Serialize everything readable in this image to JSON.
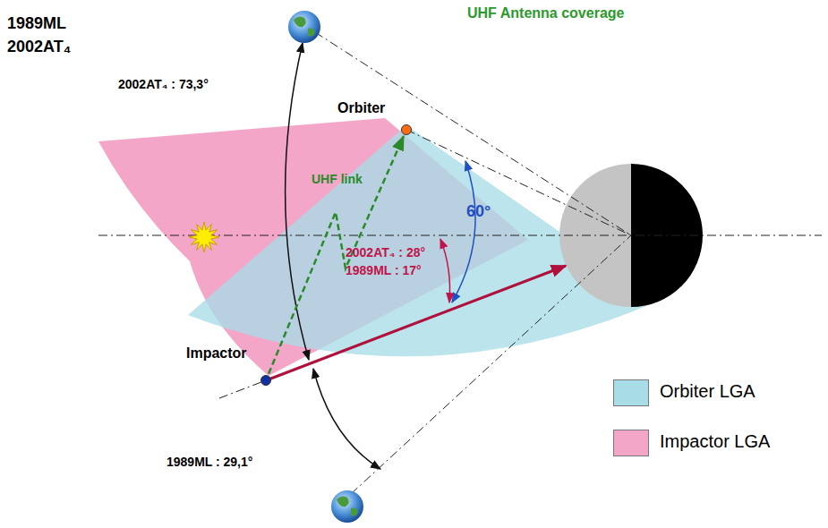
{
  "diagram": {
    "nodes": [
      {
        "text": [
          "Orbiter"
        ]
      },
      {
        "text": [
          "Impactor"
        ]
      }
    ],
    "edges": [
      {
        "from": 1,
        "to": 0,
        "arrow": "to",
        "label": "UHF link"
      }
    ],
    "labels": [
      "1989ML",
      "2002AT₄",
      "UHF Antenna coverage",
      "2002AT₄ : 73,3°",
      "60°",
      "2002AT₄ : 28°",
      "1989ML : 17°",
      "1989ML : 29,1°"
    ],
    "legend": [
      {
        "text": "Orbiter LGA",
        "color": "#a8dde8"
      },
      {
        "text": "Impactor LGA",
        "color": "#f4a6c8"
      }
    ]
  }
}
